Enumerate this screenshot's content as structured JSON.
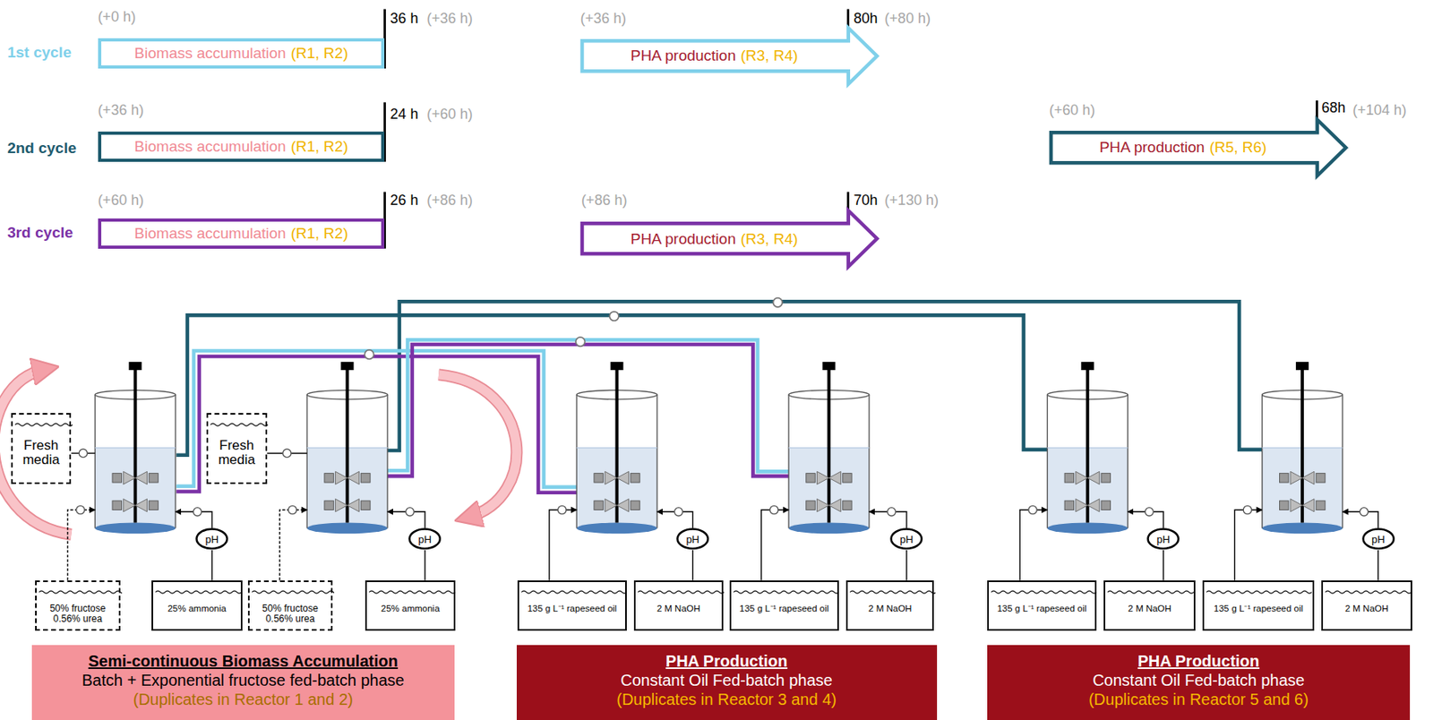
{
  "diagram": {
    "nodes": [
      {
        "text": [
          "Biomass accumulation",
          "(R1, R2)"
        ]
      },
      {
        "text": [
          "PHA production",
          "(R3, R4)"
        ]
      },
      {
        "text": [
          "Biomass accumulation",
          "(R1, R2)"
        ]
      },
      {
        "text": [
          "PHA production",
          "(R5, R6)"
        ]
      },
      {
        "text": [
          "Biomass accumulation",
          "(R1, R2)"
        ]
      },
      {
        "text": [
          "PHA production",
          "(R3, R4)"
        ]
      },
      {
        "text": [
          "Fresh media"
        ]
      },
      {
        "text": [
          "Fresh media"
        ]
      },
      {
        "text": [
          "pH"
        ]
      },
      {
        "text": [
          "pH"
        ]
      },
      {
        "text": [
          "pH"
        ]
      },
      {
        "text": [
          "pH"
        ]
      },
      {
        "text": [
          "pH"
        ]
      },
      {
        "text": [
          "pH"
        ]
      },
      {
        "text": [
          "50% fructose 0.56% urea"
        ]
      },
      {
        "text": [
          "25% ammonia"
        ]
      },
      {
        "text": [
          "50% fructose 0.56% urea"
        ]
      },
      {
        "text": [
          "25% ammonia"
        ]
      },
      {
        "text": [
          "135 g L⁻¹ rapeseed oil"
        ]
      },
      {
        "text": [
          "2 M NaOH"
        ]
      },
      {
        "text": [
          "135 g L⁻¹ rapeseed oil"
        ]
      },
      {
        "text": [
          "2 M NaOH"
        ]
      },
      {
        "text": [
          "135 g L⁻¹ rapeseed oil"
        ]
      },
      {
        "text": [
          "2 M NaOH"
        ]
      },
      {
        "text": [
          "135 g L⁻¹ rapeseed oil"
        ]
      },
      {
        "text": [
          "2 M NaOH"
        ]
      },
      {
        "text": [
          "Semi-continuous Biomass Accumulation",
          "Batch + Exponential fructose fed-batch phase",
          "(Duplicates in Reactor 1 and 2)"
        ]
      },
      {
        "text": [
          "PHA Production",
          "Constant Oil Fed-batch phase",
          "(Duplicates in Reactor 3 and 4)"
        ]
      },
      {
        "text": [
          "PHA Production",
          "Constant Oil Fed-batch phase",
          "(Duplicates in Reactor 5 and 6)"
        ]
      }
    ],
    "edges": [
      {
        "from": 15,
        "to": 8,
        "arrow": "none"
      },
      {
        "from": 17,
        "to": 9,
        "arrow": "none"
      },
      {
        "from": 19,
        "to": 10,
        "arrow": "none"
      },
      {
        "from": 21,
        "to": 11,
        "arrow": "none"
      },
      {
        "from": 23,
        "to": 12,
        "arrow": "none"
      },
      {
        "from": 25,
        "to": 13,
        "arrow": "none"
      }
    ],
    "labels": [
      "1st cycle",
      "(+0 h)",
      "36 h",
      "(+36 h)",
      "(+36 h)",
      "80h",
      "(+80 h)",
      "2nd cycle",
      "(+36 h)",
      "24 h",
      "(+60 h)",
      "(+60 h)",
      "68h",
      "(+104 h)",
      "3rd cycle",
      "(+60 h)",
      "26 h",
      "(+86 h)",
      "(+86 h)",
      "70h",
      "(+130 h)"
    ]
  }
}
